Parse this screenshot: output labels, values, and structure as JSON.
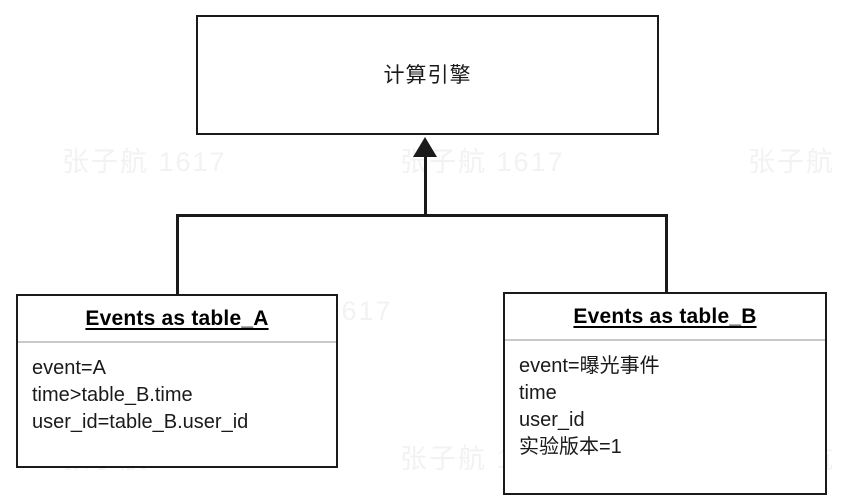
{
  "diagram": {
    "title": "计算引擎",
    "engine": {
      "label": "计算引擎"
    },
    "tables": [
      {
        "id": "table_a",
        "header": "Events as table_A",
        "fields": [
          "event=A",
          "time>table_B.time",
          "user_id=table_B.user_id"
        ]
      },
      {
        "id": "table_b",
        "header": "Events as table_B",
        "fields": [
          "event=曝光事件",
          "time",
          "user_id",
          "实验版本=1"
        ]
      }
    ],
    "connector": {
      "arrow_direction": "up",
      "from": [
        "Events as table_A",
        "Events as table_B"
      ],
      "to": "计算引擎"
    },
    "watermark": "张子航 1617",
    "colors": {
      "stroke": "#1a1a1a",
      "divider": "#c9c9c9",
      "background": "#ffffff",
      "watermark": "#f2f2f2"
    }
  }
}
